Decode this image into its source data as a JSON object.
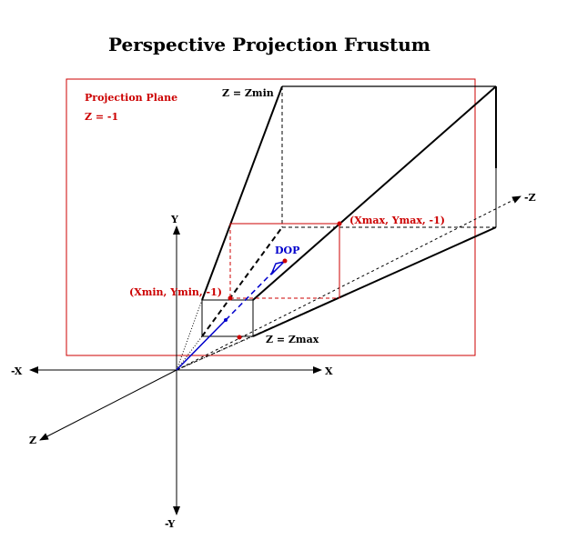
{
  "title": "Perspective Projection Frustum",
  "labels": {
    "projection_plane_line1": "Projection Plane",
    "projection_plane_line2": "Z = -1",
    "zmin": "Z = Zmin",
    "zmax": "Z = Zmax",
    "max_corner": "(Xmax, Ymax,  -1)",
    "min_corner": "(Xmin, Ymin, -1)",
    "dop": "DOP"
  },
  "axes": {
    "y_pos": "Y",
    "y_neg": "-Y",
    "x_pos": "X",
    "x_neg": "-X",
    "z_pos": "Z",
    "z_neg": "-Z"
  },
  "colors": {
    "plane": "#cc0000",
    "dop": "#0000cc",
    "lines": "#000000"
  }
}
